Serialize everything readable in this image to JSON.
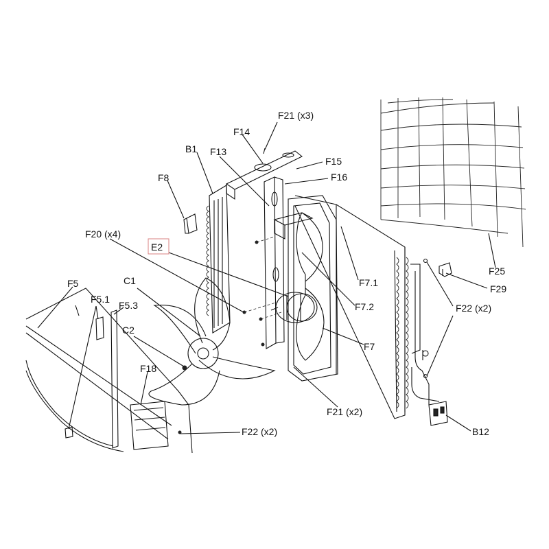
{
  "diagram": {
    "labels": {
      "f21x3": "F21 (x3)",
      "f14": "F14",
      "b1": "B1",
      "f13": "F13",
      "f15": "F15",
      "f16": "F16",
      "f8": "F8",
      "f20x4": "F20 (x4)",
      "e2": "E2",
      "f5": "F5",
      "c1": "C1",
      "f51": "F5.1",
      "f53": "F5.3",
      "c2": "C2",
      "f18": "F18",
      "f71": "F7.1",
      "f72": "F7.2",
      "f7": "F7",
      "f21x2": "F21 (x2)",
      "f22x2a": "F22 (x2)",
      "f22x2b": "F22 (x2)",
      "f25": "F25",
      "f29": "F29",
      "b12": "B12"
    },
    "highlight_color": "#d98080"
  }
}
